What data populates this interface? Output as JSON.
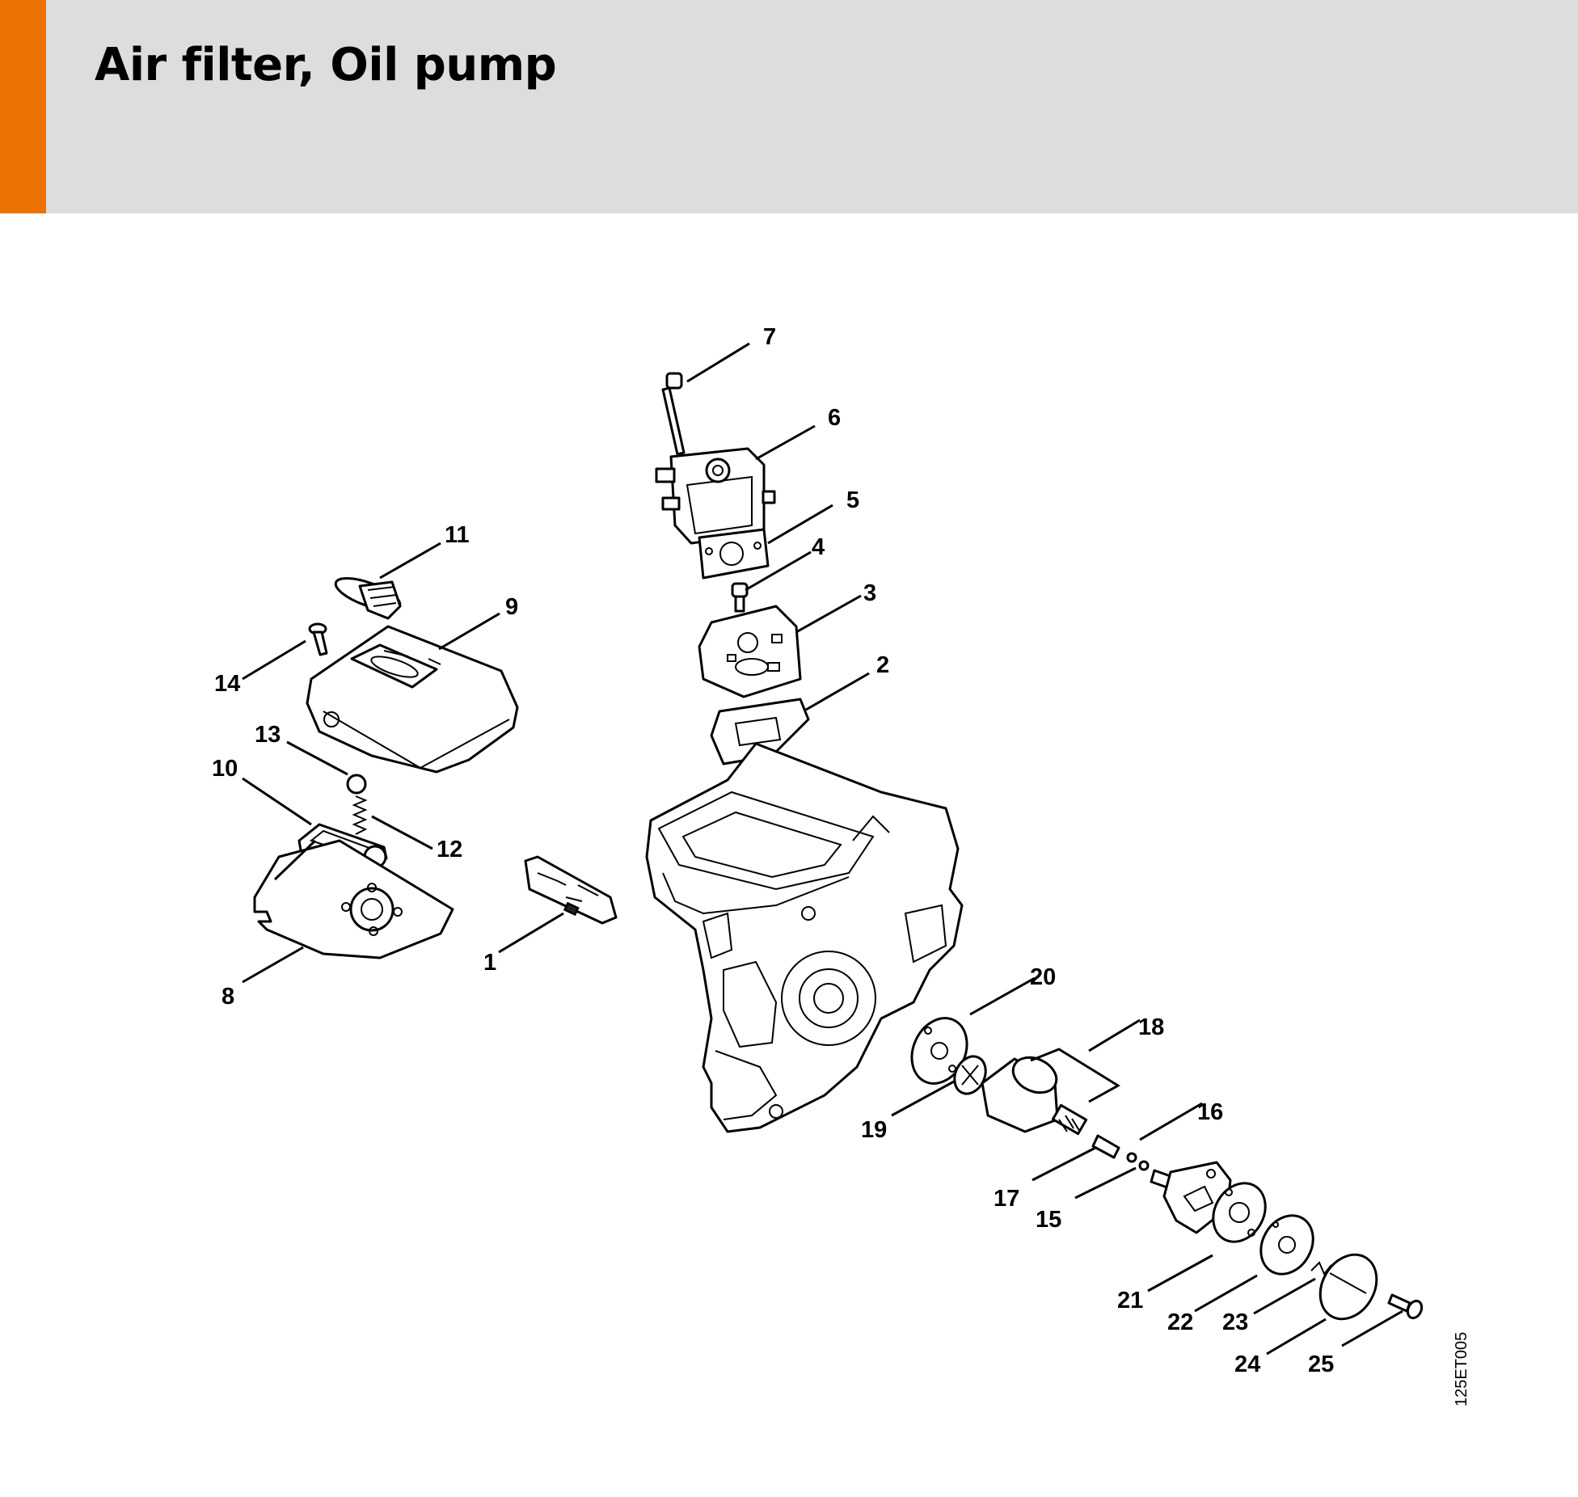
{
  "header": {
    "title": "Air filter, Oil pump",
    "accent_color": "#ee7203",
    "background_color": "#dcdddc"
  },
  "diagram": {
    "drawing_code": "125ET005",
    "callouts": [
      "1",
      "2",
      "3",
      "4",
      "5",
      "6",
      "7",
      "8",
      "9",
      "10",
      "11",
      "12",
      "13",
      "14",
      "15",
      "16",
      "17",
      "18",
      "19",
      "20",
      "21",
      "22",
      "23",
      "24",
      "25"
    ]
  }
}
